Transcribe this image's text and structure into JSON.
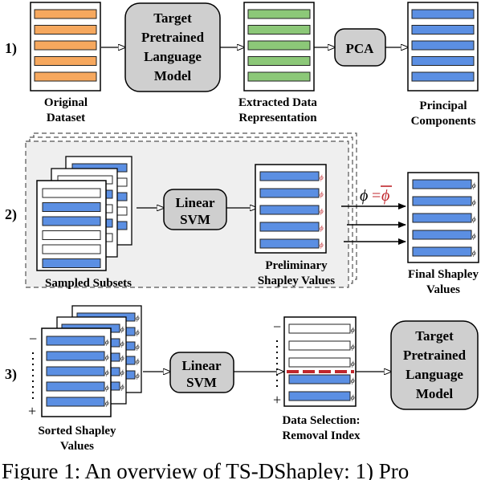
{
  "rows": {
    "row1": {
      "marker": "1)"
    },
    "row2": {
      "marker": "2)"
    },
    "row3": {
      "marker": "3)"
    }
  },
  "labels": {
    "original_dataset": [
      "Original",
      "Dataset"
    ],
    "extracted": [
      "Extracted Data",
      "Representation"
    ],
    "principal": [
      "Principal",
      "Components"
    ],
    "sampled_subsets": "Sampled Subsets",
    "preliminary": [
      "Preliminary",
      "Shapley Values"
    ],
    "final_shapley": [
      "Final Shapley",
      "Values"
    ],
    "sorted_shapley": [
      "Sorted Shapley",
      "Values"
    ],
    "data_selection": [
      "Data Selection:",
      "Removal Index"
    ]
  },
  "boxes": {
    "target_model_1": [
      "Target",
      "Pretrained",
      "Language",
      "Model"
    ],
    "pca": "PCA",
    "linear_svm_2": [
      "Linear",
      "SVM"
    ],
    "linear_svm_3": [
      "Linear",
      "SVM"
    ],
    "target_model_3": [
      "Target",
      "Pretrained",
      "Language",
      "Model"
    ]
  },
  "symbols": {
    "phi": "ϕ",
    "eq": "=",
    "phi_bar": "ϕ",
    "minus": "−",
    "plus": "+"
  },
  "caption": "Figure 1:  An overview of TS-DShapley:  1) Pro",
  "colors": {
    "orange": "#F6A85E",
    "green": "#8CC878",
    "blue": "#5B8FE3",
    "gray_box": "#CFCFCF",
    "panel_gray": "#EFEFEF",
    "red": "#C0262C"
  }
}
